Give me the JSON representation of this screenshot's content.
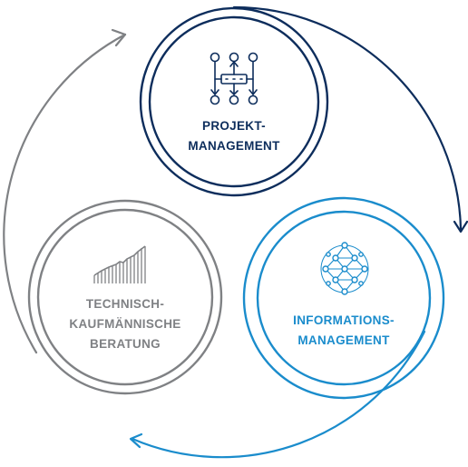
{
  "nodes": {
    "projekt": {
      "line1": "PROJEKT-",
      "line2": "MANAGEMENT",
      "color": "#0d2d5c",
      "icon": "network-grid-icon"
    },
    "informations": {
      "line1": "INFORMATIONS-",
      "line2": "MANAGEMENT",
      "color": "#1a8ccc",
      "icon": "connected-nodes-sphere-icon"
    },
    "technisch": {
      "line1": "TECHNISCH-",
      "line2": "KAUFMÄNNISCHE",
      "line3": "BERATUNG",
      "color": "#7f8184",
      "icon": "rising-bars-chart-icon"
    }
  },
  "cycle_arrows": [
    {
      "from": "projekt",
      "to": "informations",
      "color": "#0d2d5c"
    },
    {
      "from": "informations",
      "to": "technisch",
      "color": "#1a8ccc"
    },
    {
      "from": "technisch",
      "to": "projekt",
      "color": "#7f8184"
    }
  ]
}
